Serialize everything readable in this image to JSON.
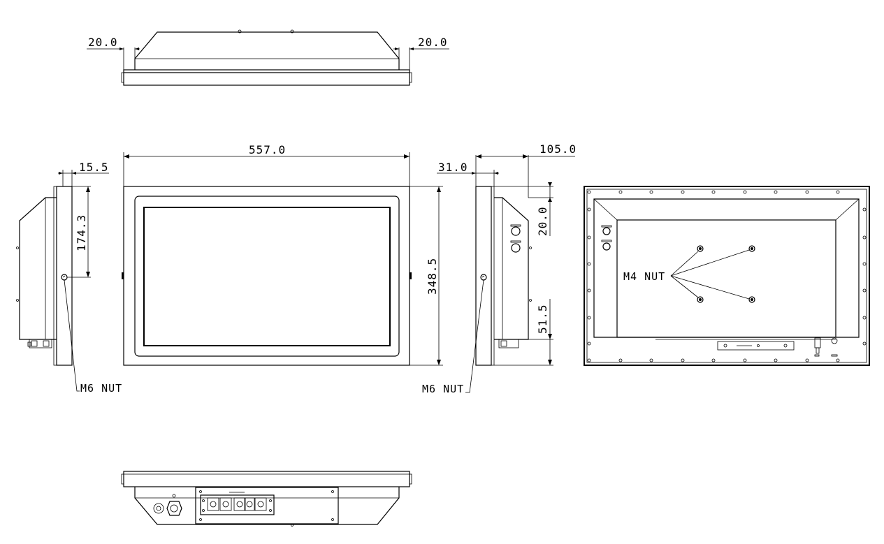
{
  "dimensions": {
    "top_left_offset": "20.0",
    "top_right_offset": "20.0",
    "overall_width": "557.0",
    "overall_height": "348.5",
    "left_depth_small": "15.5",
    "left_mount_height": "174.3",
    "right_depth_small": "31.0",
    "right_depth_total": "105.0",
    "right_top_offset": "20.0",
    "right_bottom_offset": "51.5"
  },
  "labels": {
    "left_nut": "M6 NUT",
    "right_nut": "M6 NUT",
    "rear_nut": "M4 NUT"
  },
  "colors": {
    "line": "#000000",
    "background": "#ffffff"
  }
}
